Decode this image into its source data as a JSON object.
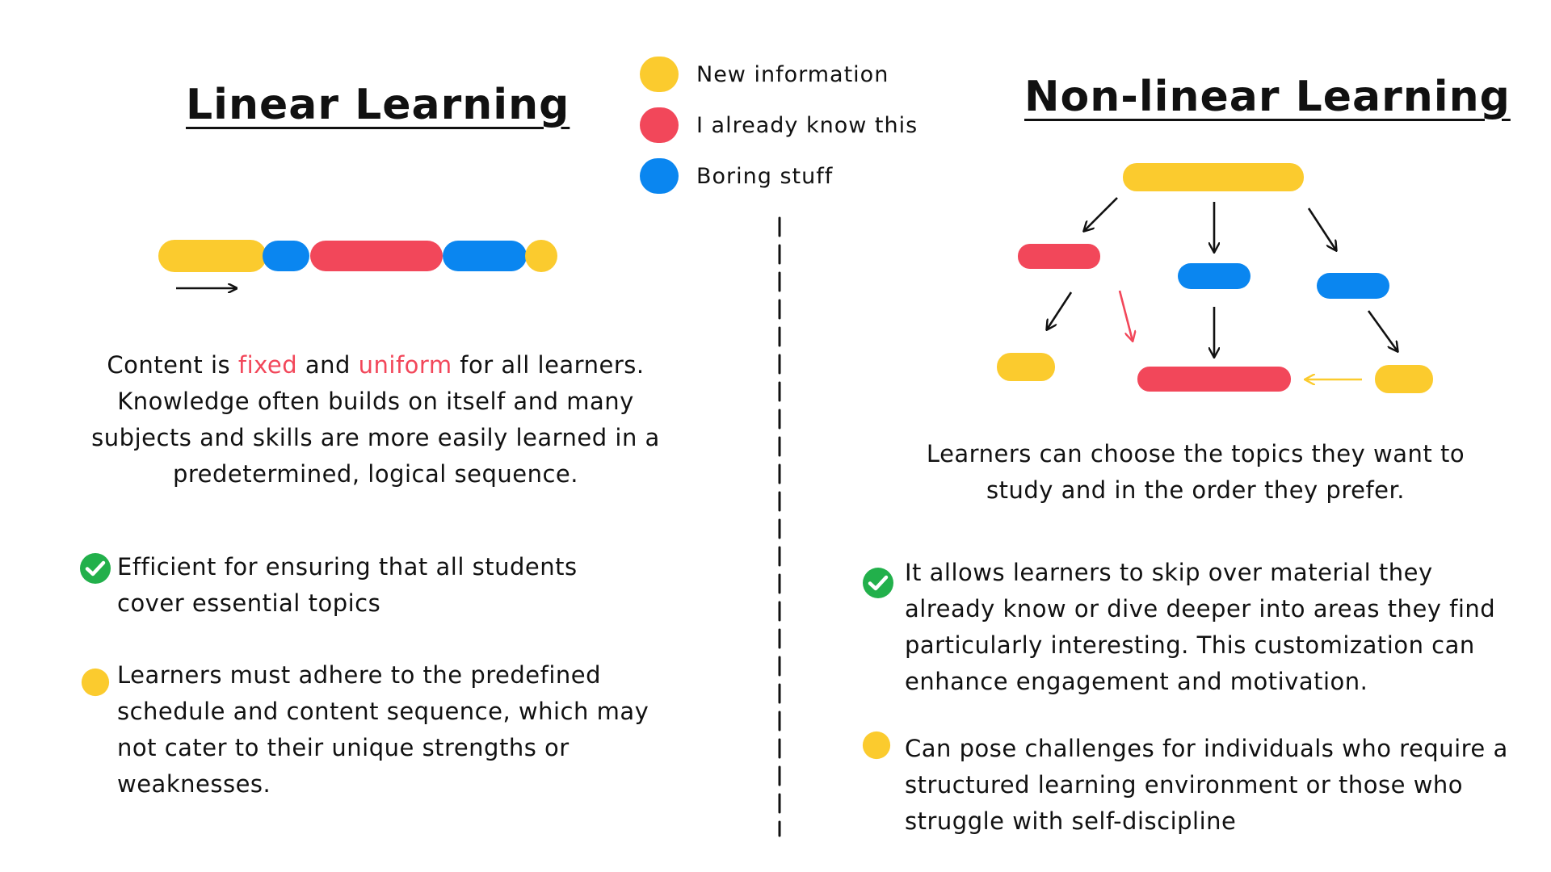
{
  "colors": {
    "yellow": "#fbcb2e",
    "red": "#f2475a",
    "blue": "#0a86f0",
    "green": "#22b04b",
    "ink": "#111111"
  },
  "legend": [
    {
      "label": "New information",
      "color": "yellow"
    },
    {
      "label": "I already know this",
      "color": "red"
    },
    {
      "label": "Boring stuff",
      "color": "blue"
    }
  ],
  "linear": {
    "title": "Linear Learning",
    "description": {
      "part1": "Content is ",
      "highlight1": "fixed",
      "part2": " and ",
      "highlight2": "uniform",
      "part3": " for all learners. Knowledge often builds on itself and many subjects and skills are more easily learned in a predetermined, logical sequence."
    },
    "pro": "Efficient for ensuring that all students cover essential topics",
    "con": "Learners must adhere to the predefined schedule and content sequence, which may not cater to their unique strengths or weaknesses."
  },
  "nonlinear": {
    "title": "Non-linear Learning",
    "description": "Learners can choose the topics they want to study and in the order they prefer.",
    "pro": "It allows learners to skip over material they already know or dive deeper into areas they find particularly interesting. This customization can enhance engagement and motivation.",
    "con": "Can pose challenges for individuals who require a structured learning environment or those who struggle with self-discipline"
  }
}
